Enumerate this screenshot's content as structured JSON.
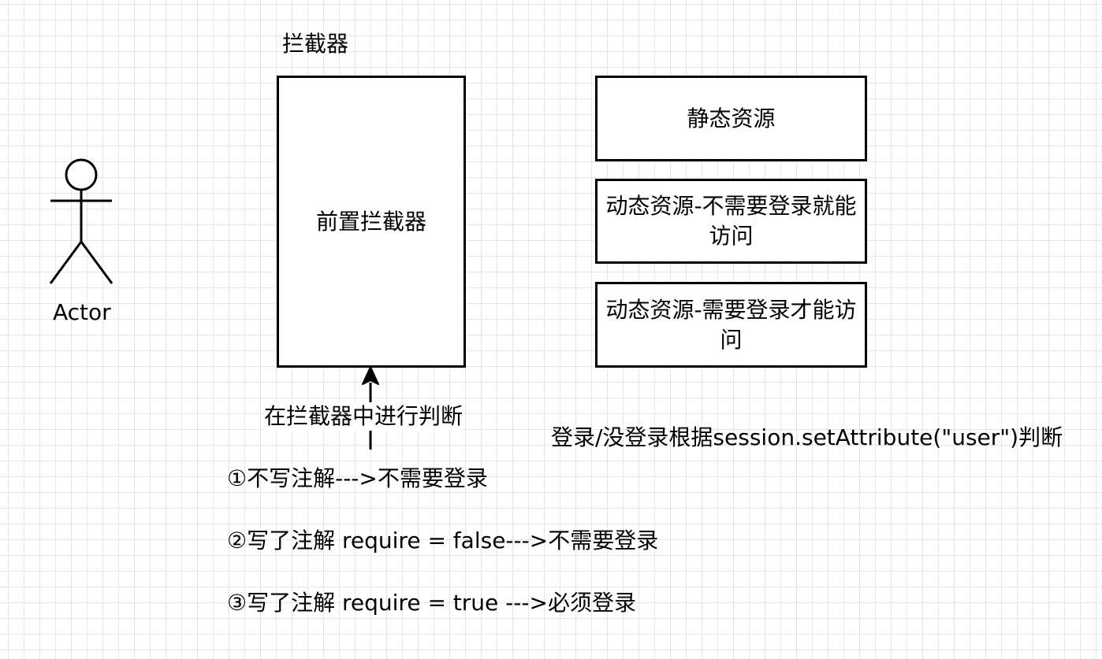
{
  "actor": {
    "label": "Actor"
  },
  "interceptor_group": {
    "title": "拦截器",
    "box_label": "前置拦截器"
  },
  "resources": {
    "static": "静态资源",
    "dynamic_no_login": "动态资源-不需要登录就能访问",
    "dynamic_login": "动态资源-需要登录才能访问"
  },
  "arrow_label": "在拦截器中进行判断",
  "session_note": "登录/没登录根据session.setAttribute(\"user\")判断",
  "rules": [
    "①不写注解--->不需要登录",
    "②写了注解 require = false--->不需要登录",
    "③写了注解 require = true --->必须登录"
  ]
}
